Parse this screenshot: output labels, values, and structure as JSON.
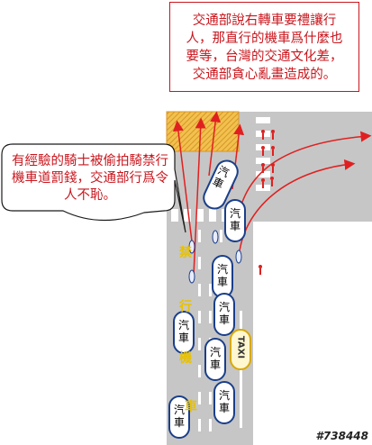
{
  "top_note": {
    "lines": [
      "交通部說右轉車要禮讓行",
      "人，那直行的機車爲什麼也",
      "要等，台灣的交通文化差，",
      "交通部貪心亂畫造成的。"
    ]
  },
  "callout": {
    "lines": [
      "有經驗的騎士被偷拍騎禁行",
      "機車道罰錢，交通部行爲令",
      "人不恥。"
    ]
  },
  "lane_marking": [
    "禁",
    "行",
    "機",
    "車"
  ],
  "cars": [
    {
      "line1": "汽",
      "line2": "車"
    },
    {
      "line1": "汽",
      "line2": "車"
    },
    {
      "line1": "汽",
      "line2": "車"
    },
    {
      "line1": "汽",
      "line2": "車"
    },
    {
      "line1": "汽",
      "line2": "車"
    },
    {
      "line1": "汽",
      "line2": "車"
    },
    {
      "line1": "汽",
      "line2": "車"
    },
    {
      "line1": "汽",
      "line2": "車"
    }
  ],
  "taxi_label": "TAXI",
  "watermark": "#738448",
  "colors": {
    "road": "#c6c6c6",
    "box": "#f5c242",
    "arrow": "#e02020",
    "car_outline": "#1a3f8a",
    "text_red": "#c8161d"
  }
}
